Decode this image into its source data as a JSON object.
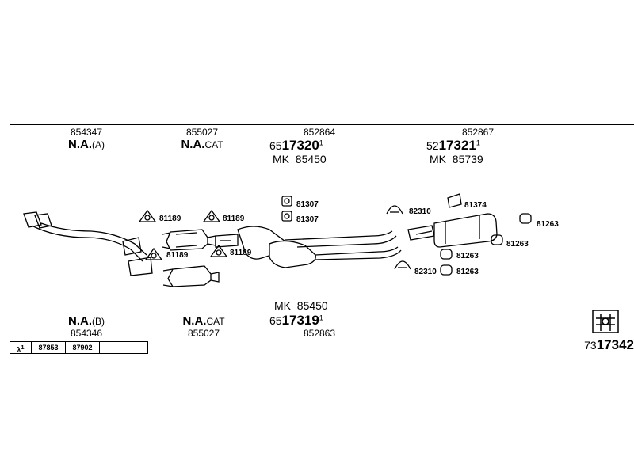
{
  "header_parts": {
    "p1": {
      "number": "854347",
      "name": "N.A.",
      "variant": "(A)"
    },
    "p2": {
      "number": "855027",
      "name": "N.A.",
      "variant": "CAT"
    },
    "p3": {
      "number": "852864",
      "code_prefix": "65",
      "code_main": "17320",
      "code_sup": "1",
      "mk_label": "MK",
      "mk_number": "85450"
    },
    "p4": {
      "number": "852867",
      "code_prefix": "52",
      "code_main": "17321",
      "code_sup": "1",
      "mk_label": "MK",
      "mk_number": "85739"
    }
  },
  "footer_parts": {
    "p1": {
      "name": "N.A.",
      "variant": "(B)",
      "number": "854346"
    },
    "p2": {
      "name": "N.A.",
      "variant": "CAT",
      "number": "855027"
    },
    "p3": {
      "mk_label": "MK",
      "mk_number": "85450",
      "code_prefix": "65",
      "code_main": "17319",
      "code_sup": "1",
      "number": "852863"
    }
  },
  "hardware_labels": {
    "a": "81189",
    "b": "81189",
    "c": "81189",
    "d": "81189",
    "e": "81307",
    "f": "81307",
    "g": "82310",
    "h": "82310",
    "i": "81374",
    "j": "81263",
    "k": "81263",
    "l": "81263",
    "m": "81263"
  },
  "lambda_row": {
    "symbol": "λ",
    "sup": "1",
    "c1": "87853",
    "c2": "87902",
    "c3": ""
  },
  "corner_code": {
    "prefix": "73",
    "main": "17342"
  }
}
